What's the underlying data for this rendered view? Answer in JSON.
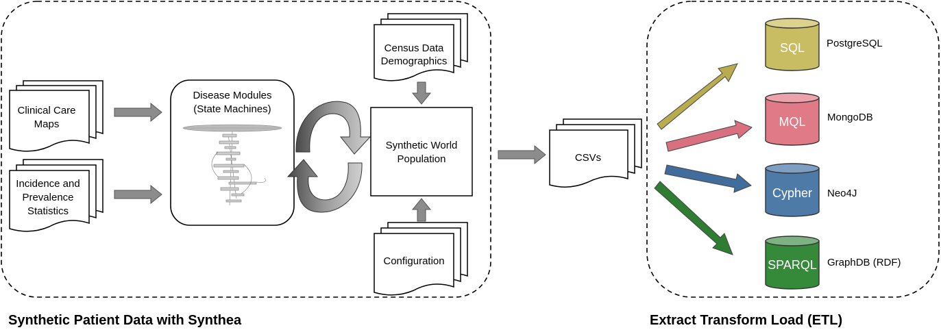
{
  "captions": {
    "left": "Synthetic Patient Data with Synthea",
    "right": "Extract Transform Load (ETL)"
  },
  "inputs": {
    "clinical_care_maps": [
      "Clinical Care",
      "Maps"
    ],
    "incidence_prevalence": [
      "Incidence and",
      "Prevalence",
      "Statistics"
    ],
    "census_data": [
      "Census Data",
      "Demographics"
    ],
    "configuration": [
      "Configuration"
    ]
  },
  "disease_modules": [
    "Disease Modules",
    "(State Machines)"
  ],
  "synthetic_world": [
    "Synthetic World",
    "Population"
  ],
  "csvs": "CSVs",
  "databases": [
    {
      "query_language": "SQL",
      "name": "PostgreSQL",
      "color": "#c9bd63",
      "arrow_color": "#b9ac4e"
    },
    {
      "query_language": "MQL",
      "name": "MongoDB",
      "color": "#e07a86",
      "arrow_color": "#d9707f"
    },
    {
      "query_language": "Cypher",
      "name": "Neo4J",
      "color": "#4e7aa8",
      "arrow_color": "#416d9d"
    },
    {
      "query_language": "SPARQL",
      "name": "GraphDB (RDF)",
      "color": "#358a3a",
      "arrow_color": "#2e7d32"
    }
  ],
  "colors": {
    "gray_arrow": "#8c8c8c",
    "cycle_arrow": "#999999"
  }
}
